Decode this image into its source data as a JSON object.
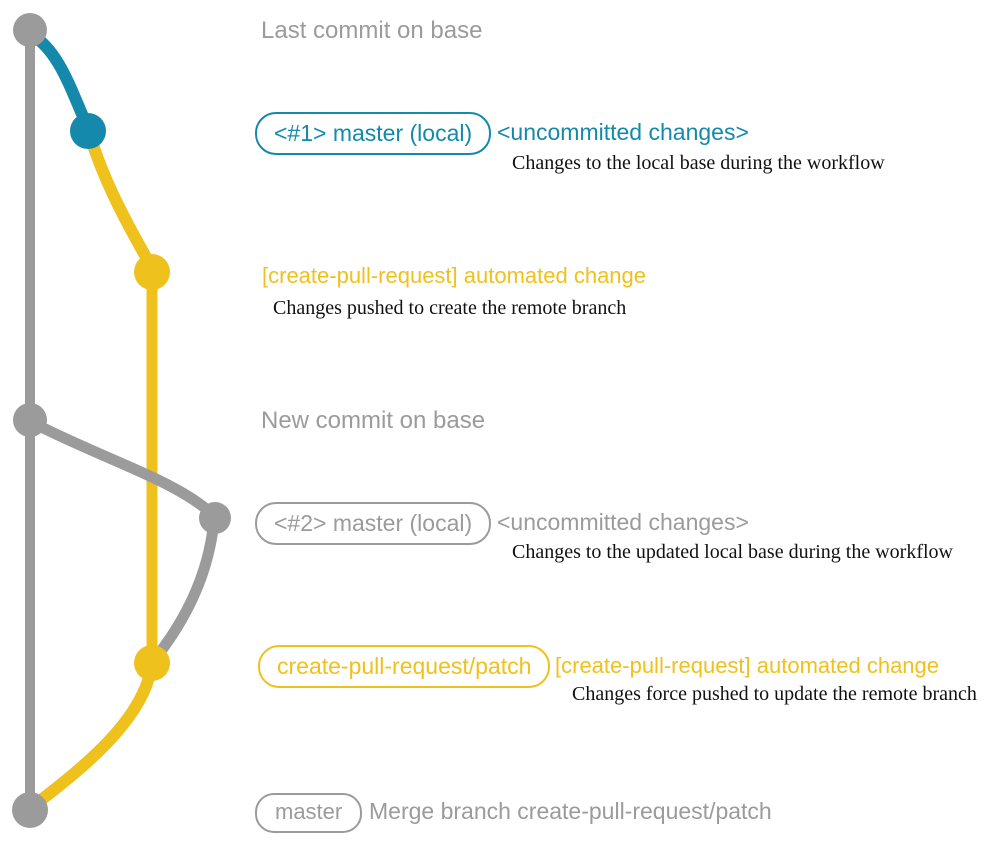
{
  "colors": {
    "gray": "#9B9B9B",
    "teal": "#1489AB",
    "yellow": "#EFC11D",
    "ink": "#111111"
  },
  "graph": {
    "base_branch": "master (base)",
    "nodes": [
      {
        "id": "last-commit-on-base",
        "color": "gray"
      },
      {
        "id": "uncommitted-1",
        "color": "teal"
      },
      {
        "id": "automated-change-1",
        "color": "yellow"
      },
      {
        "id": "new-commit-on-base",
        "color": "gray"
      },
      {
        "id": "uncommitted-2",
        "color": "gray"
      },
      {
        "id": "automated-change-2",
        "color": "yellow"
      },
      {
        "id": "merge-commit",
        "color": "gray"
      }
    ]
  },
  "annotations": {
    "last_commit": {
      "title": "Last commit on base"
    },
    "row1": {
      "badge": "<#1> master (local)",
      "heading": "<uncommitted changes>",
      "note": "Changes to the local base during the workflow"
    },
    "row2": {
      "heading": "[create-pull-request] automated change",
      "note": "Changes pushed to create the remote branch"
    },
    "new_commit": {
      "title": "New commit on base"
    },
    "row3": {
      "badge": "<#2> master (local)",
      "heading": "<uncommitted changes>",
      "note": "Changes to the updated local base during the workflow"
    },
    "row4": {
      "badge": "create-pull-request/patch",
      "heading": "[create-pull-request] automated change",
      "note": "Changes force pushed to update the remote branch"
    },
    "merge": {
      "badge": "master",
      "heading": "Merge branch create-pull-request/patch"
    }
  }
}
